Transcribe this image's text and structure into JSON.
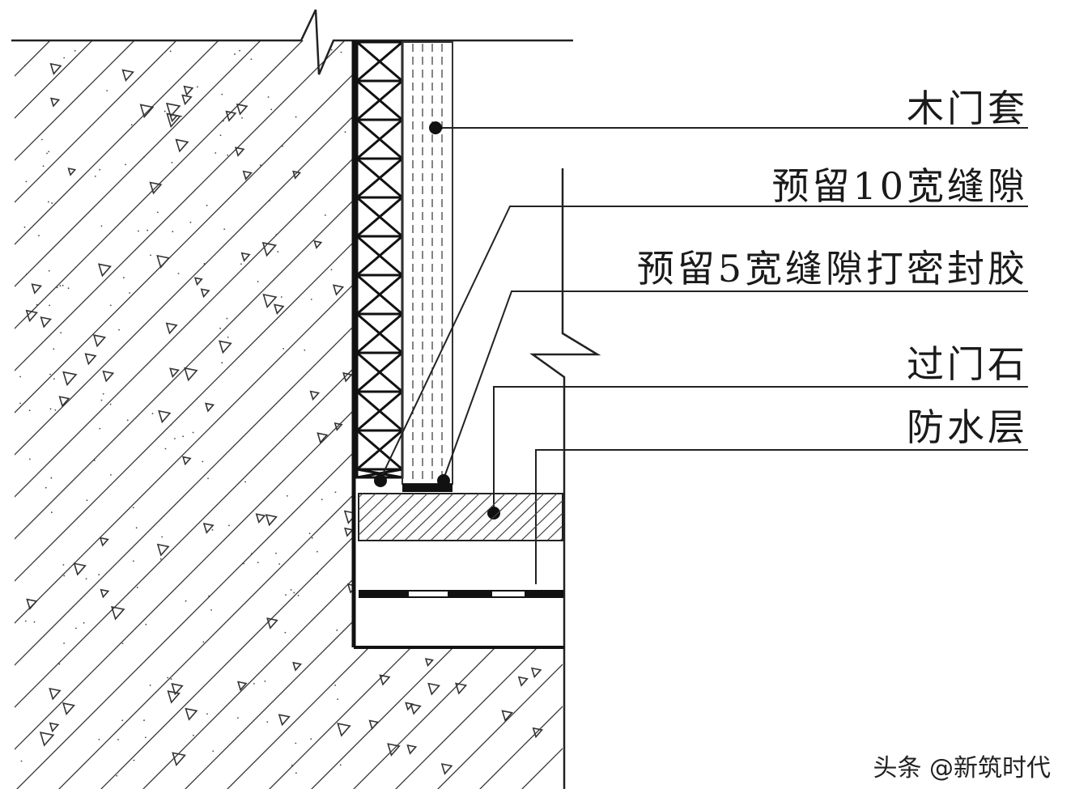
{
  "labels": {
    "door_casing": "木门套",
    "gap_10": "预留10宽缝隙",
    "gap_5_sealant": "预留5宽缝隙打密封胶",
    "threshold_stone": "过门石",
    "waterproof_layer": "防水层"
  },
  "watermark": "头条 @新筑时代"
}
